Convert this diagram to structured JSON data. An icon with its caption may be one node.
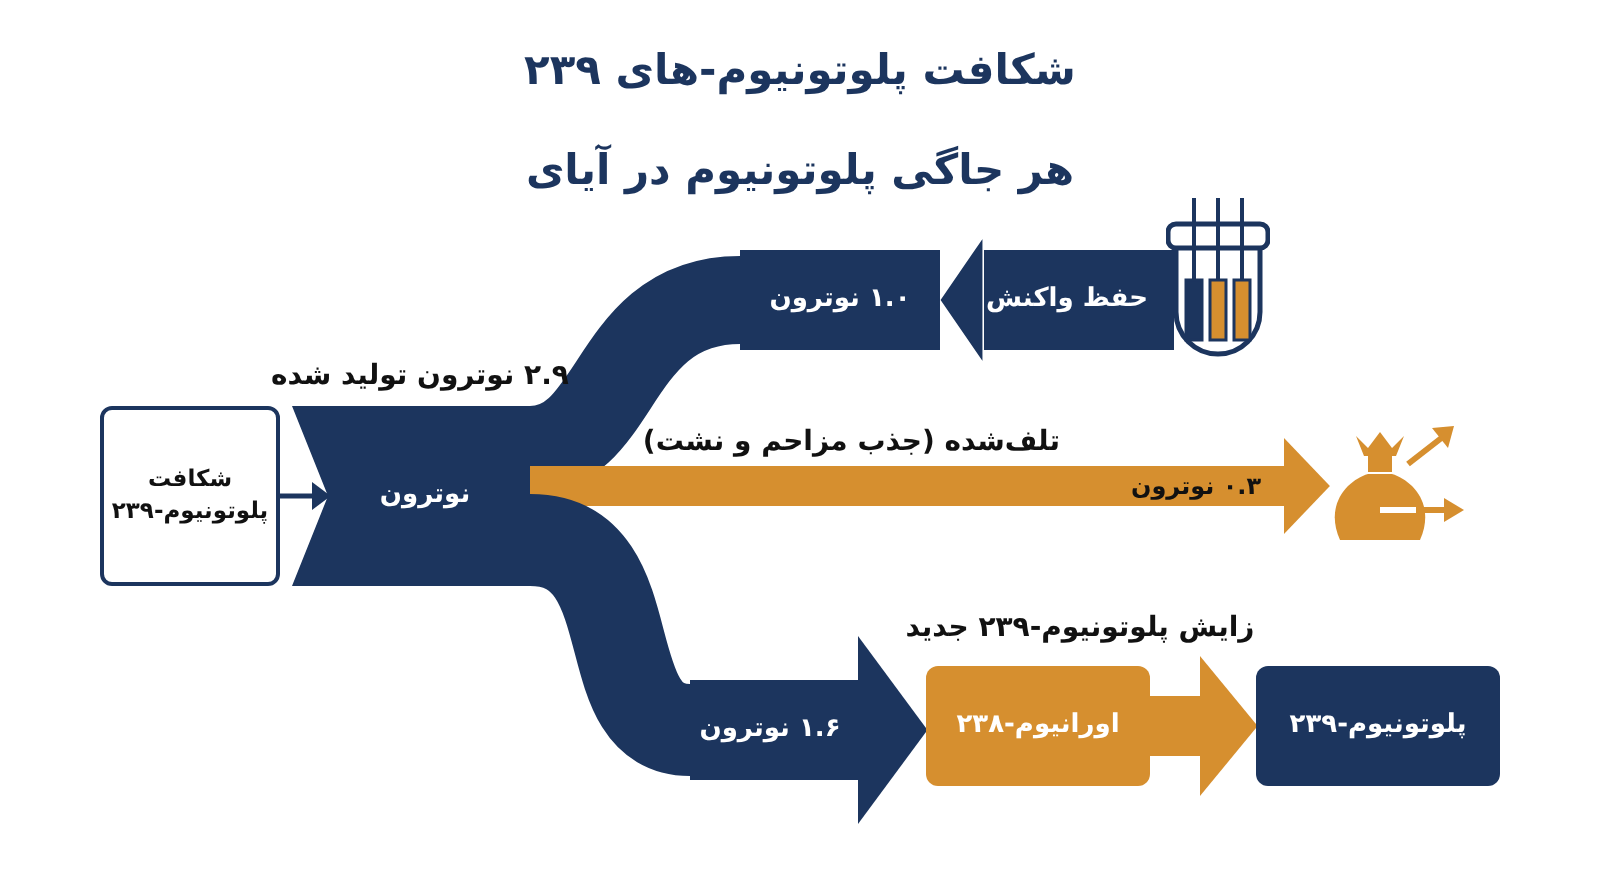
{
  "diagram": {
    "title": "شکافت پلوتونیوم-های ۲۳۹",
    "nodes": [
      {
        "text": [
          "شکافت پلوتونیوم-۲۳۹"
        ]
      },
      {
        "text": [
          "نوترون"
        ],
        "beside": [
          "۲.۹ نوترون تولید شده"
        ]
      },
      {
        "text": [
          "۱.۰ نوترون"
        ]
      },
      {
        "text": [
          "حفظ واکنش"
        ]
      },
      {
        "text": [],
        "shape": "picture"
      },
      {
        "text": [
          "۰.۳ نوترون"
        ],
        "beside": [
          "تلف‌شده (جذب مزاحم و نشت)"
        ]
      },
      {
        "text": [],
        "shape": "picture"
      },
      {
        "text": [
          "۱.۶ نوترون"
        ]
      },
      {
        "text": [
          "اورانیوم-۲۳۸"
        ]
      },
      {
        "text": [
          "پلوتونیوم-۲۳۹"
        ]
      }
    ],
    "edges": [
      {
        "from": 0,
        "to": 1,
        "arrow": "to"
      },
      {
        "from": 1,
        "to": 2,
        "arrow": "none"
      },
      {
        "from": 3,
        "to": 2,
        "arrow": "to"
      },
      {
        "from": 4,
        "to": 3,
        "arrow": "none"
      },
      {
        "from": 1,
        "to": 5,
        "arrow": "none",
        "color": "#d68f2f"
      },
      {
        "from": 5,
        "to": 6,
        "arrow": "to",
        "color": "#d68f2f"
      },
      {
        "from": 1,
        "to": 7,
        "arrow": "none"
      },
      {
        "from": 7,
        "to": 8,
        "arrow": "to"
      },
      {
        "from": 8,
        "to": 9,
        "arrow": "to",
        "color": "#d68f2f"
      }
    ],
    "labels": [
      "هر جاگی پلوتونیوم در آیای",
      "زایش پلوتونیوم-۲۳۹ جدید"
    ]
  }
}
